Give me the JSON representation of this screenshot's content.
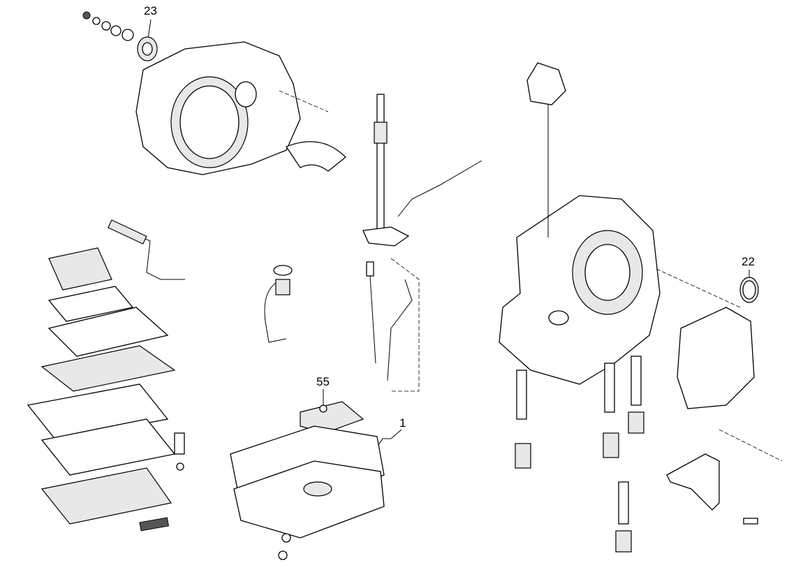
{
  "diagram": {
    "callouts": [
      {
        "id": "23",
        "label": "23"
      },
      {
        "id": "22",
        "label": "22"
      },
      {
        "id": "55",
        "label": "55"
      },
      {
        "id": "1",
        "label": "1"
      }
    ]
  }
}
